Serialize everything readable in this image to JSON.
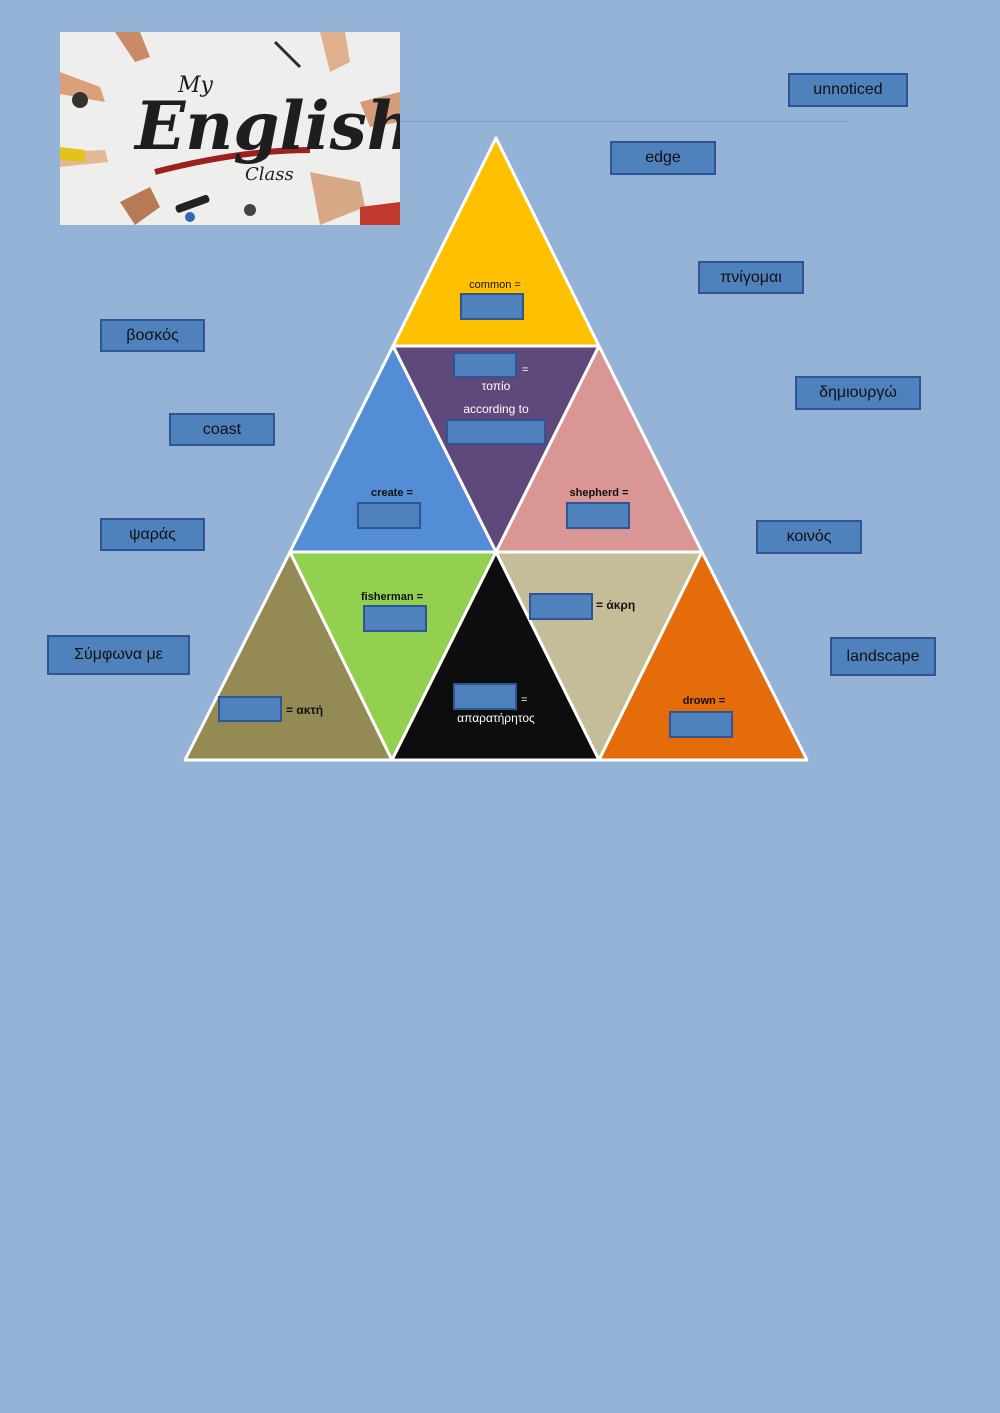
{
  "header": {
    "logo": {
      "icon": "my-english-class-logo",
      "word_small": "My",
      "word_big": "English",
      "word_sub": "Class"
    }
  },
  "word_bank": {
    "unnoticed": "unnoticed",
    "edge": "edge",
    "pnigomai": "πνίγομαι",
    "voskos": "βοσκός",
    "dimiourgo": "δημιουργώ",
    "coast": "coast",
    "psaras": "ψαράς",
    "koinos": "κοινός",
    "symfona_me": "Σύμφωνα με",
    "landscape": "landscape"
  },
  "pyramid": {
    "colors": {
      "top": "#ffc000",
      "middle": "#5f497a",
      "left": "#538dd5",
      "right": "#da9694",
      "bottom_left": "#948a54",
      "bottom_green": "#92d050",
      "bottom_black": "#0d0d0d",
      "bottom_tan": "#c4bd97",
      "bottom_right": "#e46c0a"
    },
    "labels": {
      "common": "common =",
      "eq_mid": "=",
      "topio": "τοπίο",
      "according_to": "according  to",
      "create": "create =",
      "shepherd": "shepherd =",
      "fisherman": "fisherman =",
      "akri": "= άκρη",
      "akti": "= ακτή",
      "eq_black": "=",
      "aparatiritos": "απαρατήρητος",
      "drown": "drown ="
    }
  }
}
